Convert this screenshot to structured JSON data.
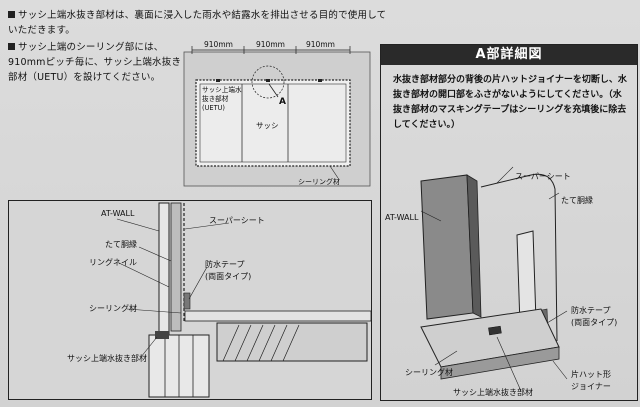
{
  "notes": [
    "サッシ上端水抜き部材は、裏面に浸入した雨水や結露水を排出させる目的で使用していただきます。",
    "サッシ上端のシーリング部には、910mmピッチ毎に、サッシ上端水抜き部材（UETU）を設けてください。"
  ],
  "plan": {
    "dims": [
      "910mm",
      "910mm",
      "910mm"
    ],
    "part_label": "サッシ上端水抜き部材(UETU)",
    "sash_label": "サッシ",
    "callout": "A",
    "sealing_label": "シーリング材"
  },
  "section": {
    "labels": {
      "at_wall": "AT-WALL",
      "super_sheet": "スーパーシート",
      "tate_dobuchi": "たて胴縁",
      "ring_nail": "リングネイル",
      "tape": "防水テープ",
      "tape_sub": "(両面タイプ)",
      "sealing": "シーリング材",
      "drain_part": "サッシ上端水抜き部材"
    }
  },
  "detail": {
    "title": "A部詳細図",
    "description": "水抜き部材部分の背後の片ハットジョイナーを切断し、水抜き部材の開口部をふさがないようにしてください。（水抜き部材のマスキングテープはシーリングを充填後に除去してください。）",
    "labels": {
      "super_sheet": "スーパーシート",
      "tate_dobuchi": "たて胴縁",
      "at_wall": "AT-WALL",
      "tape": "防水テープ",
      "tape_sub": "(両面タイプ)",
      "sealing": "シーリング材",
      "joiner": "片ハット形",
      "joiner_sub": "ジョイナー",
      "drain_part": "サッシ上端水抜き部材"
    }
  }
}
